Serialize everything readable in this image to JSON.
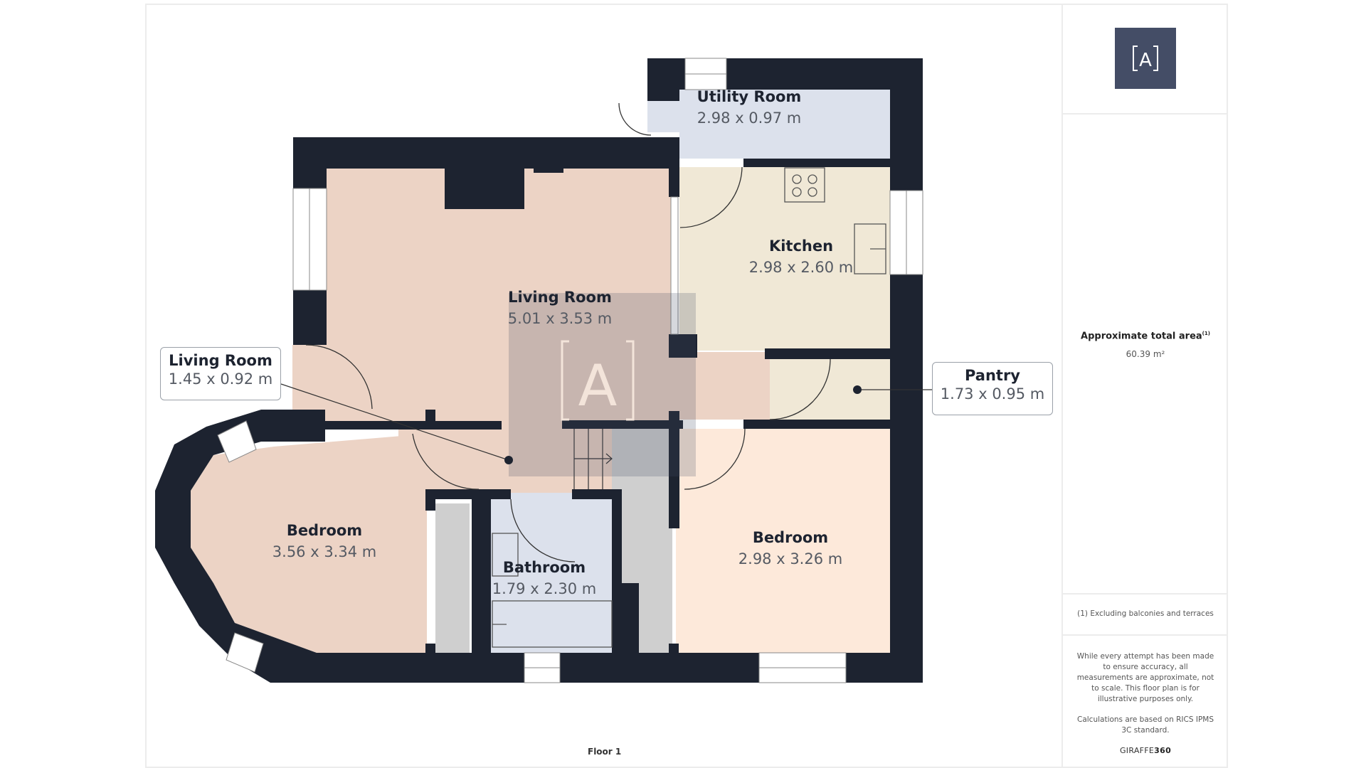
{
  "plan": {
    "floor_label": "Floor 1",
    "colors": {
      "wall": "#1d2330",
      "living": "#ecd3c5",
      "kitchen": "#f0e8d6",
      "utility": "#dce1ec",
      "bedroom_right": "#fde9da",
      "bathroom": "#dce1ec",
      "hall_grey": "#cfcfcf",
      "watermark": "#444d66"
    },
    "rooms": [
      {
        "id": "utility",
        "name": "Utility Room",
        "dims": "2.98 x 0.97 m"
      },
      {
        "id": "kitchen",
        "name": "Kitchen",
        "dims": "2.98 x 2.60 m"
      },
      {
        "id": "living",
        "name": "Living Room",
        "dims": "5.01 x 3.53 m"
      },
      {
        "id": "bedroom_left",
        "name": "Bedroom",
        "dims": "3.56 x 3.34 m"
      },
      {
        "id": "bathroom",
        "name": "Bathroom",
        "dims": "1.79 x 2.30 m"
      },
      {
        "id": "bedroom_right",
        "name": "Bedroom",
        "dims": "2.98 x 3.26 m"
      }
    ],
    "callouts": [
      {
        "id": "living_small",
        "name": "Living Room",
        "dims": "1.45 x 0.92 m"
      },
      {
        "id": "pantry",
        "name": "Pantry",
        "dims": "1.73 x 0.95 m"
      }
    ],
    "watermark_letter": "A"
  },
  "sidebar": {
    "logo_letter": "A",
    "area_title": "Approximate total area",
    "area_footnote_mark": "(1)",
    "area_value": "60.39 m²",
    "footnote": "(1) Excluding balconies and terraces",
    "disclaimer": "While every attempt has been made to ensure accuracy, all measurements are approximate, not to scale. This floor plan is for illustrative purposes only.",
    "calc_note": "Calculations are based on RICS IPMS 3C standard.",
    "brand_prefix": "GIRAFFE",
    "brand_suffix": "360"
  }
}
